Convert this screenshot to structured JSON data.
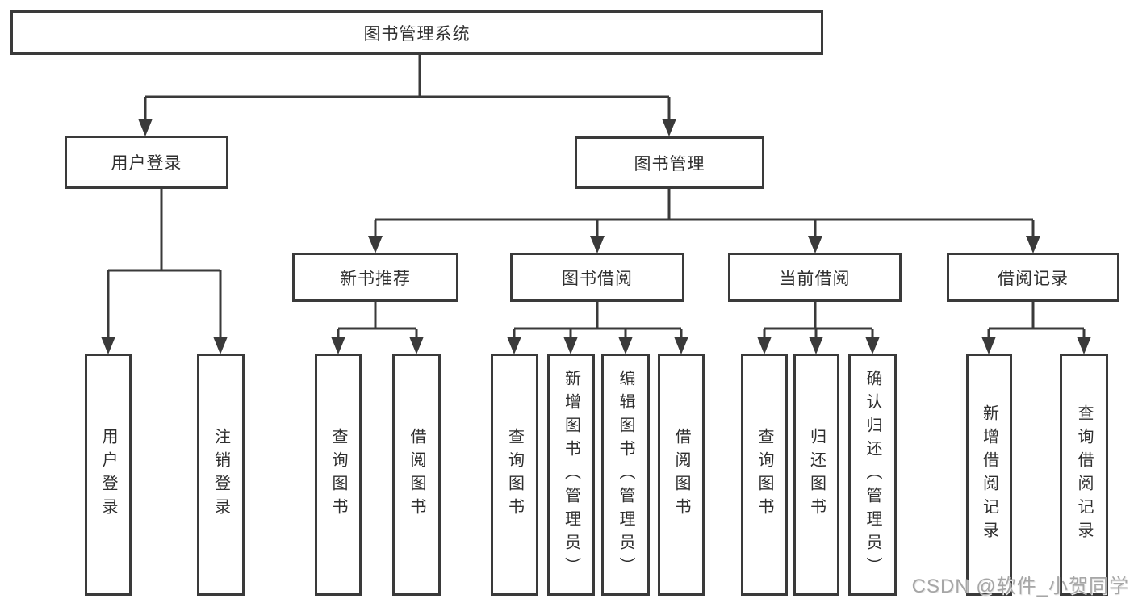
{
  "tree": {
    "root": {
      "label": "图书管理系统",
      "children": [
        {
          "label": "用户登录",
          "children": [
            {
              "label": "用户登录"
            },
            {
              "label": "注销登录"
            }
          ]
        },
        {
          "label": "图书管理",
          "children": [
            {
              "label": "新书推荐",
              "children": [
                {
                  "label": "查询图书"
                },
                {
                  "label": "借阅图书"
                }
              ]
            },
            {
              "label": "图书借阅",
              "children": [
                {
                  "label": "查询图书"
                },
                {
                  "label": "新增图书（管理员）"
                },
                {
                  "label": "编辑图书（管理员）"
                },
                {
                  "label": "借阅图书"
                }
              ]
            },
            {
              "label": "当前借阅",
              "children": [
                {
                  "label": "查询图书"
                },
                {
                  "label": "归还图书"
                },
                {
                  "label": "确认归还（管理员）"
                }
              ]
            },
            {
              "label": "借阅记录",
              "children": [
                {
                  "label": "新增借阅记录"
                },
                {
                  "label": "查询借阅记录"
                }
              ]
            }
          ]
        }
      ]
    }
  },
  "watermark": {
    "text": "CSDN @软件_小贺同学"
  },
  "colors": {
    "line": "#3a3a3a",
    "box_border": "#3a3a3a",
    "text": "#2f2f2f",
    "background": "#ffffff",
    "watermark": "#a6a6a6"
  }
}
